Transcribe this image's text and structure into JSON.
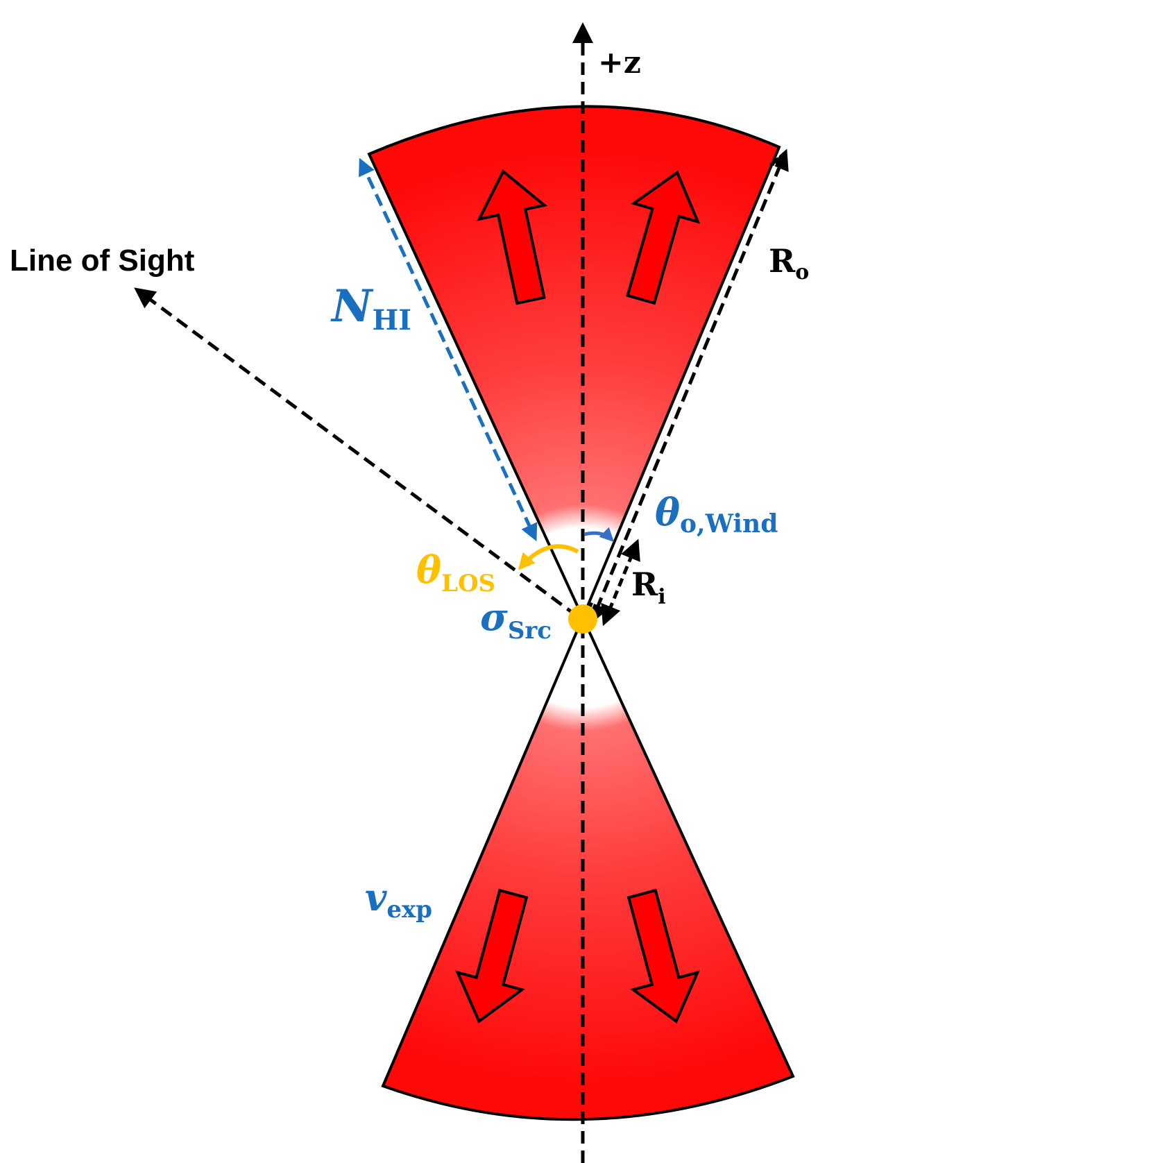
{
  "labels": {
    "z_axis": "+z",
    "line_of_sight": "Line of Sight",
    "column_density": {
      "main": "N",
      "sub": "HI"
    },
    "outer_radius": {
      "main": "R",
      "sub": "o"
    },
    "inner_radius": {
      "main": "R",
      "sub": "i"
    },
    "wind_angle": {
      "main": "θ",
      "sub": "o,Wind"
    },
    "los_angle": {
      "main": "θ",
      "sub": "LOS"
    },
    "source_width": {
      "main": "σ",
      "sub": "Src"
    },
    "expansion_velocity": {
      "main": "v",
      "sub": "exp"
    }
  },
  "colors": {
    "wind_fill": "#ff1010",
    "wind_center": "#ff6a6a",
    "outline": "#000000",
    "blue_label": "#1a6fbf",
    "los_angle_color": "#ffc000",
    "source_color": "#ffc000",
    "axis_color": "#000000"
  },
  "icons": {
    "flow_arrows": "outflow-arrow-icon",
    "source": "point-source-icon"
  }
}
